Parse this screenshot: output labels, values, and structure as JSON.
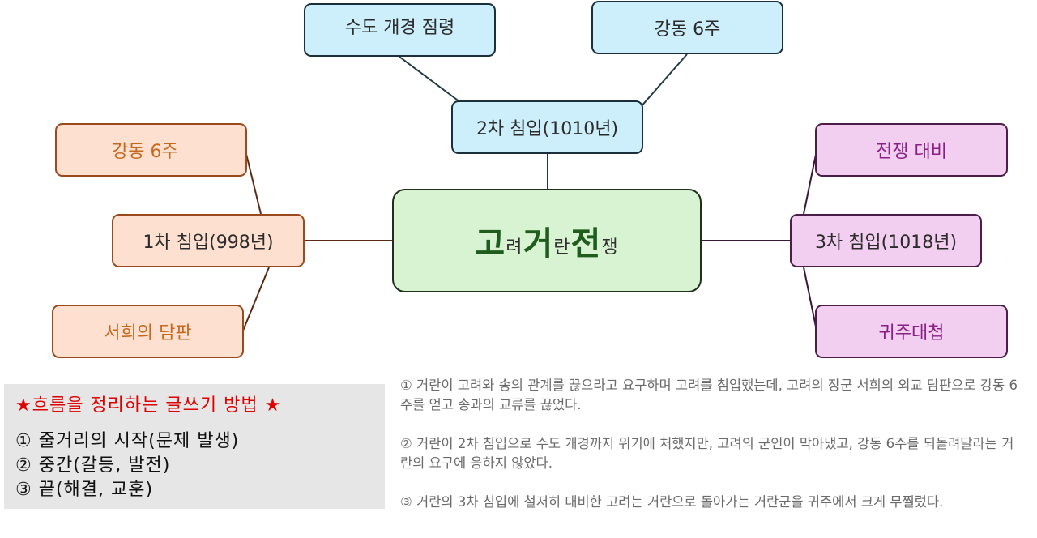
{
  "center": {
    "parts": [
      "고",
      "려",
      "거",
      "란",
      "전",
      "쟁"
    ]
  },
  "invasion2": {
    "label": "2차 침입(1010년)",
    "children": [
      "수도 개경 점령",
      "강동 6주"
    ]
  },
  "invasion1": {
    "label": "1차 침입(998년)",
    "children": [
      "강동 6주",
      "서희의 담판"
    ]
  },
  "invasion3": {
    "label": "3차 침입(1018년)",
    "children": [
      "전쟁 대비",
      "귀주대첩"
    ]
  },
  "guide": {
    "title": "★흐름을 정리하는 글쓰기 방법 ★",
    "items": [
      "①  줄거리의 시작(문제 발생)",
      "②  중간(갈등, 발전)",
      "③  끝(해결, 교훈)"
    ]
  },
  "notes": [
    "① 거란이 고려와 송의 관계를 끊으라고 요구하며 고려를 침입했는데, 고려의 장군 서희의 외교 담판으로 강동 6주를 얻고 송과의 교류를 끊었다.",
    "② 거란이 2차 침입으로 수도 개경까지 위기에 처했지만, 고려의 군인이 막아냈고, 강동 6주를 되돌려달라는 거란의 요구에 응하지 않았다.",
    "③ 거란의 3차 침입에 철저히 대비한 고려는 거란으로 돌아가는 거란군을 귀주에서 크게 무찔렀다."
  ],
  "colors": {
    "blue": "#cdeefb",
    "orange": "#fde0cf",
    "purple": "#f2cff0",
    "green": "#d8f3d1",
    "guide_title": "#e00000"
  }
}
